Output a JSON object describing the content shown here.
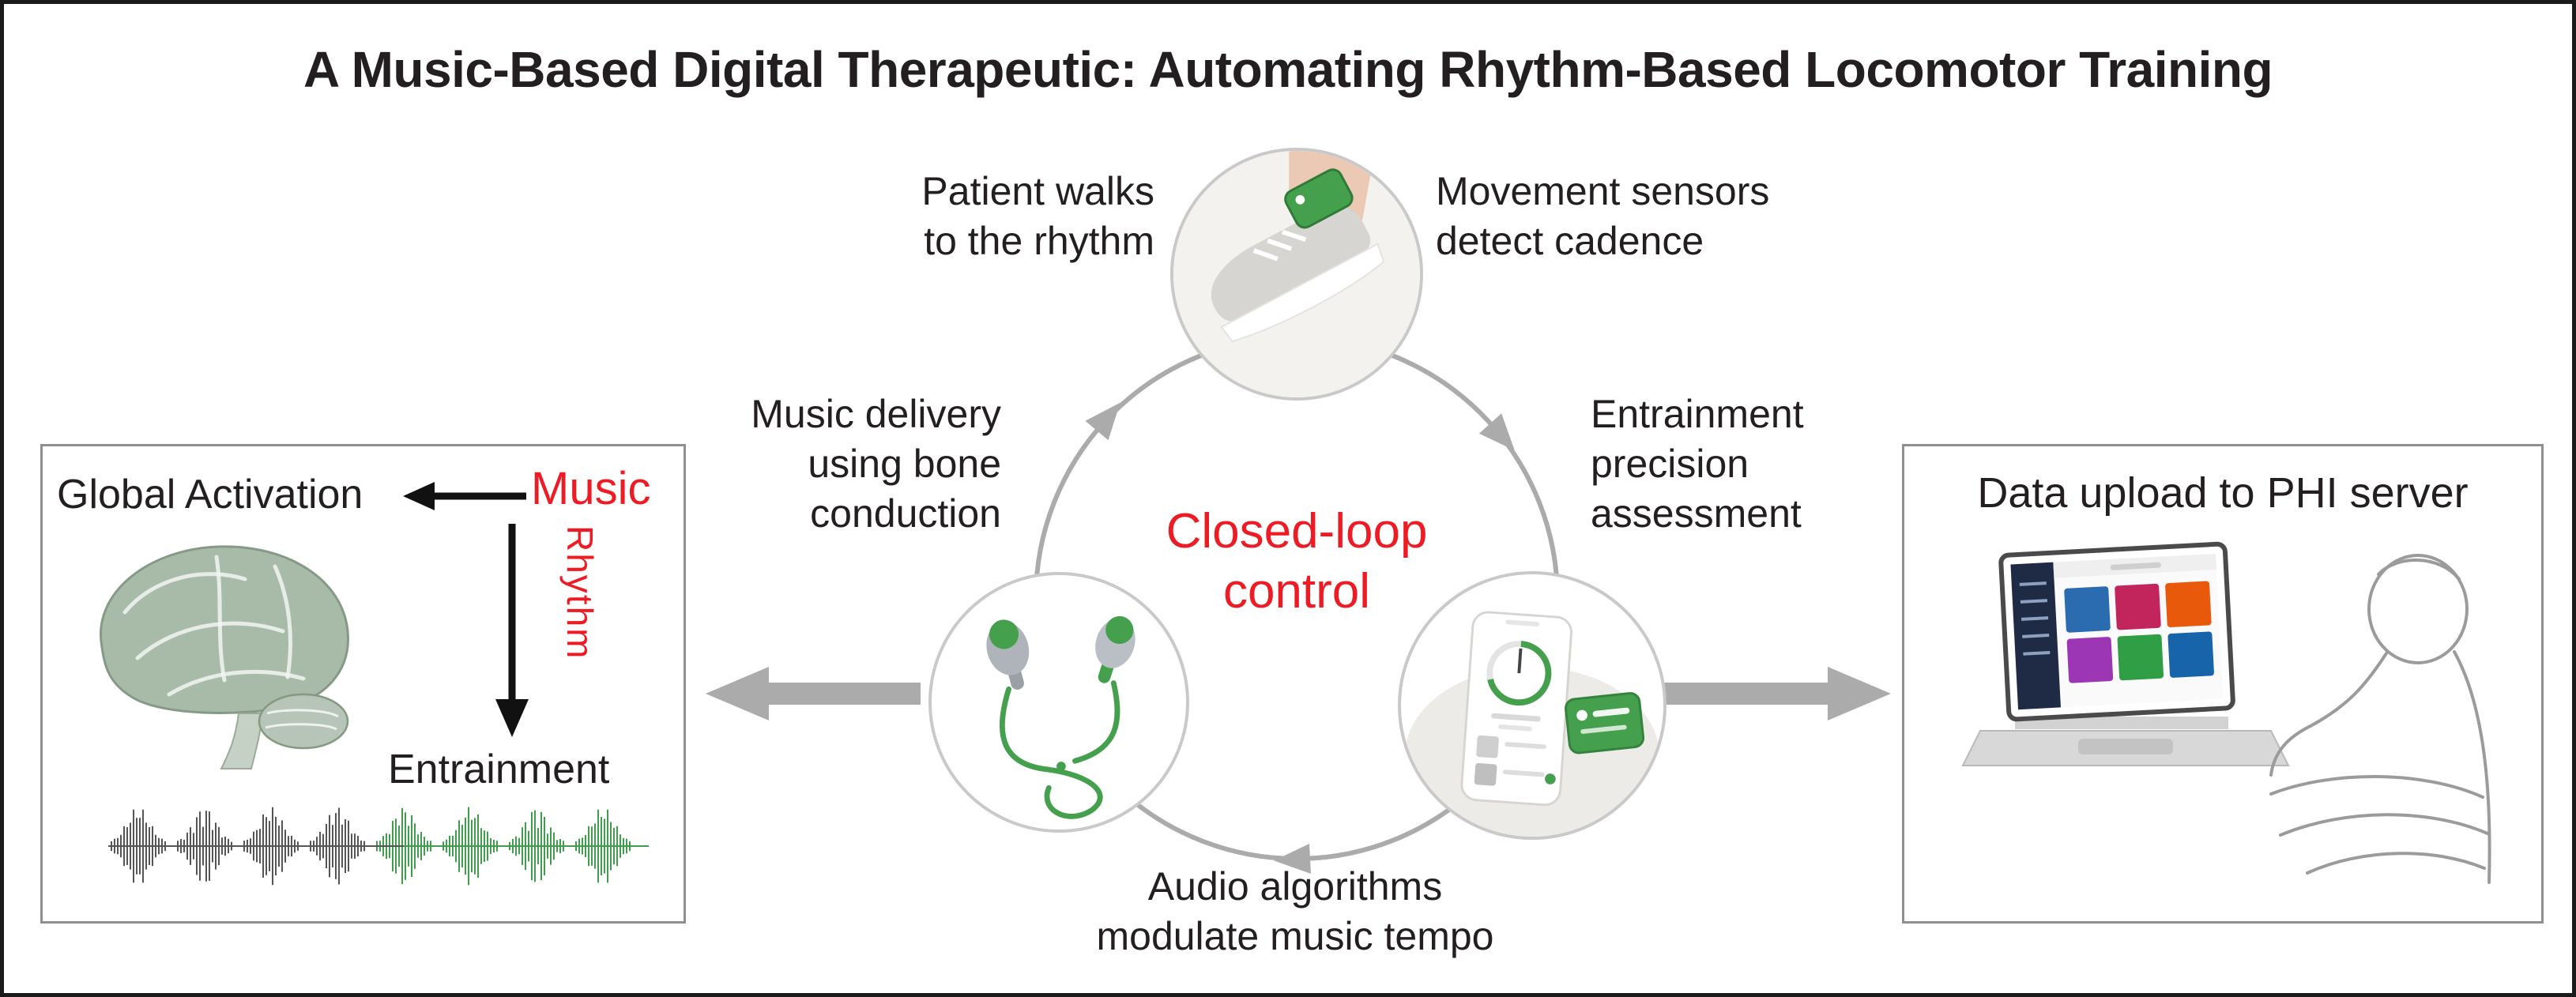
{
  "title": "A Music-Based Digital Therapeutic: Automating Rhythm-Based Locomotor Training",
  "colors": {
    "accent_red": "#ed1c24",
    "brand_green": "#44a04c",
    "ring_gray": "#ababab",
    "panel_border_gray": "#8f8f8f",
    "text_dark": "#231f20",
    "waveform_gray": "#555555",
    "waveform_green": "#3f9d4b",
    "sidebar_navy": "#1f2a44"
  },
  "cycle": {
    "center_label": "Closed-loop\ncontrol",
    "step_top_left": "Patient walks\nto the rhythm",
    "step_top_right": "Movement sensors\ndetect cadence",
    "step_left": "Music delivery\nusing bone\nconduction",
    "step_right": "Entrainment\nprecision\nassessment",
    "step_bottom": "Audio algorithms\nmodulate music tempo"
  },
  "left_panel": {
    "global_activation_label": "Global Activation",
    "music_label": "Music",
    "rhythm_label": "Rhythm",
    "entrainment_label": "Entrainment"
  },
  "right_panel": {
    "title": "Data upload to PHI server",
    "dashboard_tiles": [
      "#2b6cb0",
      "#c2255c",
      "#e8590c",
      "#9c36b5",
      "#2f9e44",
      "#1864ab"
    ]
  }
}
